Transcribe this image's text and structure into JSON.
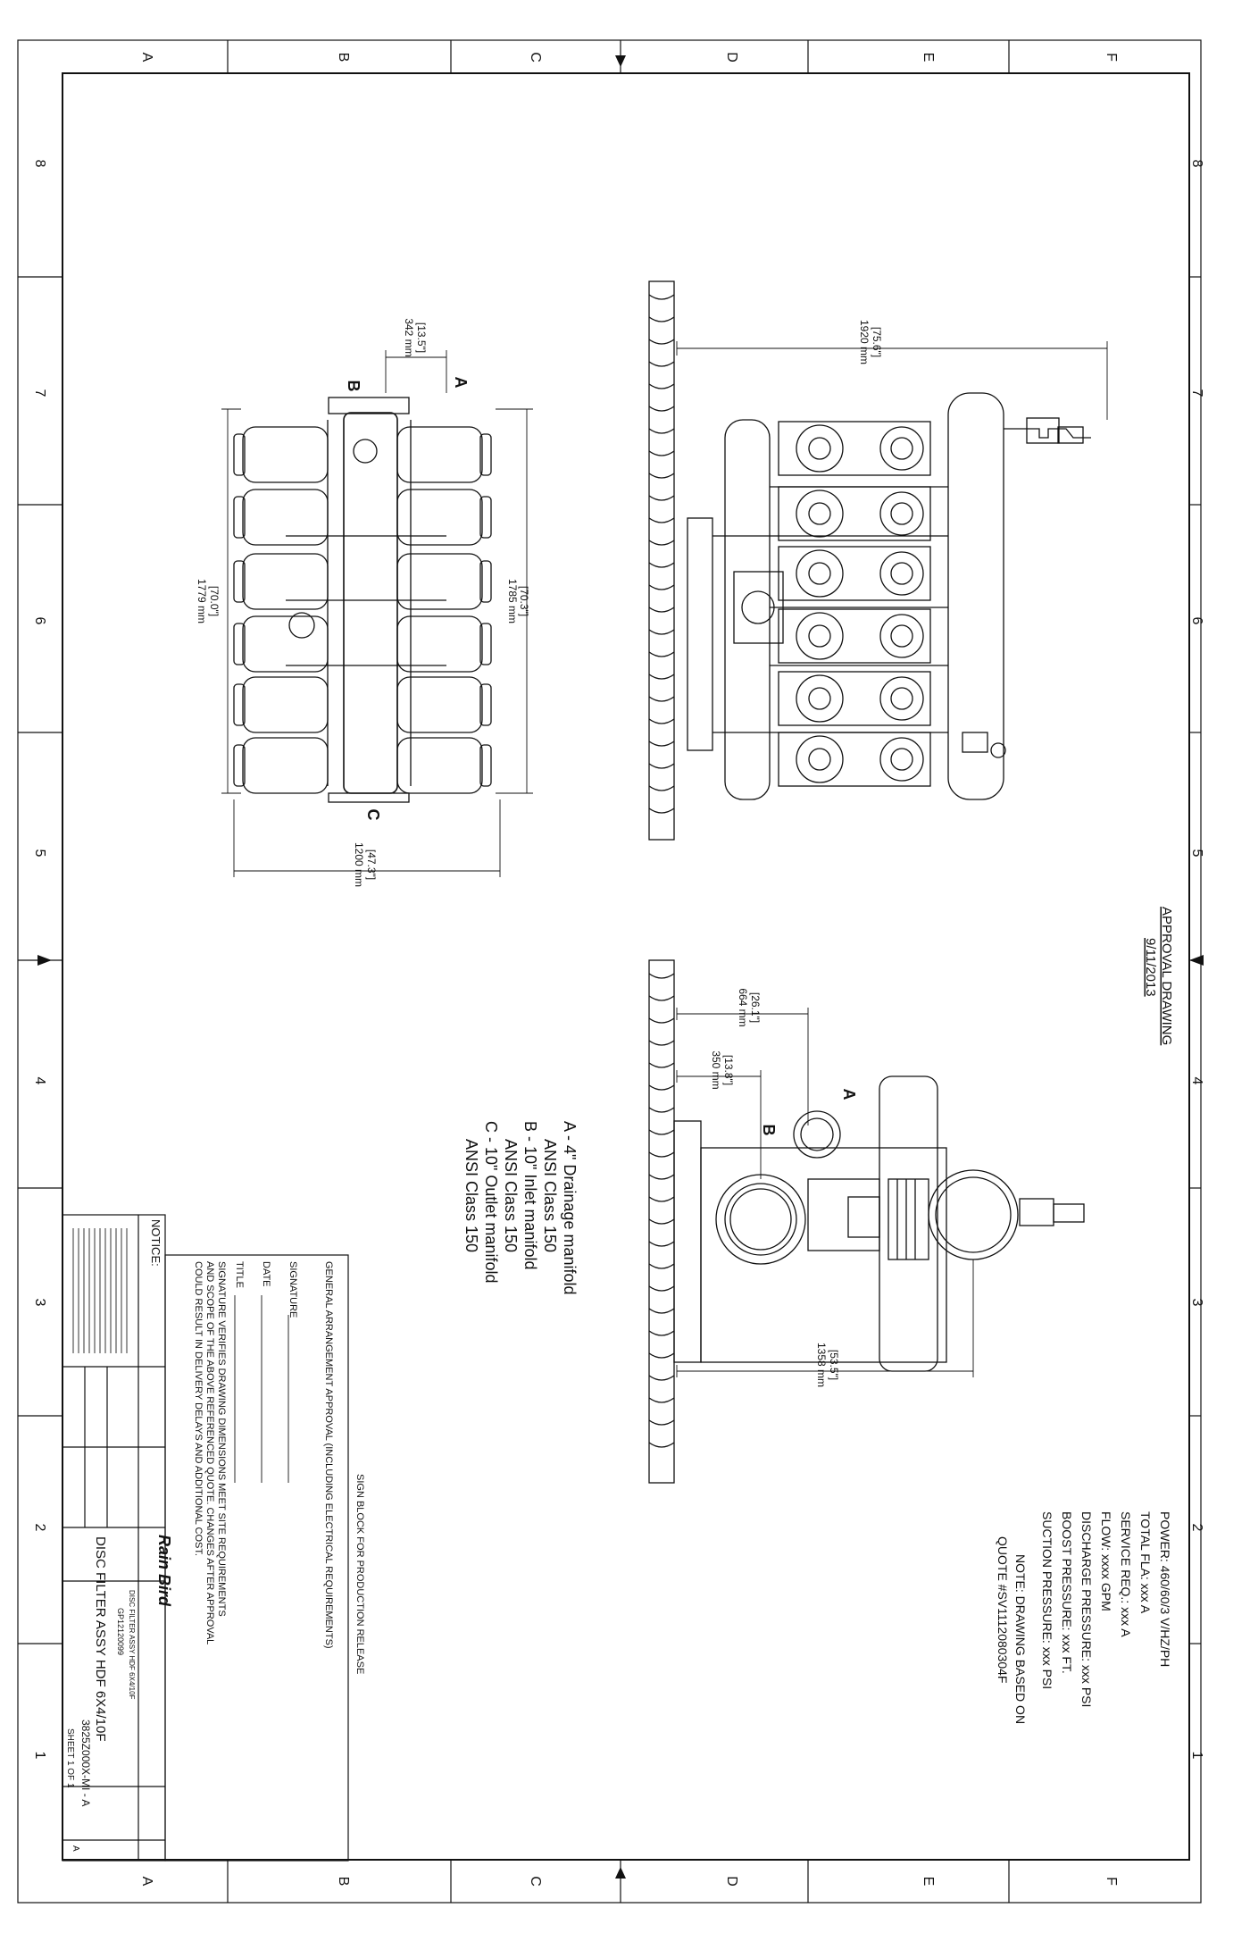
{
  "border": {
    "columns": [
      "A",
      "B",
      "C",
      "D",
      "E",
      "F"
    ],
    "rows": [
      "8",
      "7",
      "6",
      "5",
      "4",
      "3",
      "2",
      "1"
    ]
  },
  "approval": {
    "title": "APPROVAL DRAWING",
    "date": "9/11/2013"
  },
  "plan_view": {
    "labels": {
      "a": "A",
      "b": "B",
      "c": "C"
    },
    "dims": {
      "height_in": "[70.3\"]",
      "height_mm": "1785 mm",
      "left_in": "[70.0\"]",
      "left_mm": "1779 mm",
      "bottom_in": "[47.3\"]",
      "bottom_mm": "1200 mm",
      "top_in": "[13.5\"]",
      "top_mm": "342 mm"
    }
  },
  "front_view": {
    "dims": {
      "height_in": "[75.6\"]",
      "height_mm": "1920 mm"
    }
  },
  "side_view": {
    "labels": {
      "a": "A",
      "b": "B"
    },
    "dims": {
      "a_in": "[26.1\"]",
      "a_mm": "664 mm",
      "b_in": "[13.8\"]",
      "b_mm": "350 mm",
      "width_in": "[53.5\"]",
      "width_mm": "1358 mm"
    }
  },
  "legend": [
    "A - 4\" Drainage manifold",
    "ANSI Class 150",
    "B - 10\" Inlet manifold",
    "ANSI Class 150",
    "C - 10\" Outlet manifold",
    "ANSI Class 150"
  ],
  "specs": [
    "POWER:  460/60/3 V/HZ/PH",
    "TOTAL FLA:  xxx A",
    "SERVICE REQ.: xxx A",
    "FLOW:    xxxx GPM",
    "DISCHARGE PRESSURE:  xxx PSI",
    "BOOST PRESSURE:       xxx FT.",
    "SUCTION PRESSURE:  xxx PSI"
  ],
  "note": [
    "NOTE: DRAWING BASED ON",
    "QUOTE #SV1112080304F"
  ],
  "signature_block": {
    "header": "SIGN BLOCK FOR PRODUCTION RELEASE",
    "approval_line": "GENERAL ARRANGEMENT APPROVAL (INCLUDING ELECTRICAL REQUIREMENTS)",
    "signature": "SIGNATURE",
    "date": "DATE",
    "title": "TITLE",
    "verify": [
      "SIGNATURE VERIFIES DRAWING DIMENSIONS MEET SITE REQUIREMENTS",
      "AND SCOPE OF THE ABOVE REFERENCED QUOTE. CHANGES AFTER APPROVAL",
      "COULD RESULT IN DELIVERY DELAYS AND ADDITIONAL COST."
    ]
  },
  "title_block": {
    "notice": "NOTICE:",
    "brand": "Rain Bird",
    "title": "DISC FILTER ASSY HDF 6X4/10F",
    "small_title": "DISC FILTER ASSY HDF 6X4/10F",
    "project": "GP12120099",
    "drawing_number": "3825Z000X-MI - A",
    "sheet": "SHEET 1 OF 1",
    "rev": "A"
  }
}
